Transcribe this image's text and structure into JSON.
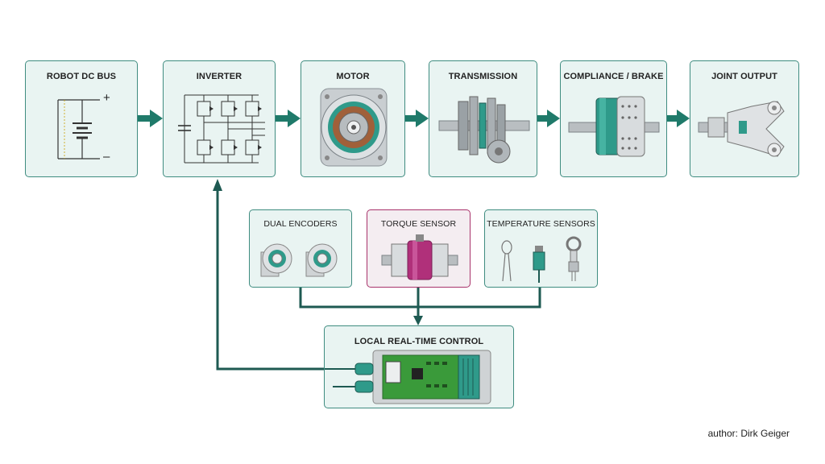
{
  "stages": [
    {
      "title": "ROBOT DC BUS"
    },
    {
      "title": "INVERTER"
    },
    {
      "title": "MOTOR"
    },
    {
      "title": "TRANSMISSION"
    },
    {
      "title": "COMPLIANCE / BRAKE"
    },
    {
      "title": "JOINT OUTPUT"
    }
  ],
  "dc_bus": {
    "plus": "+",
    "minus": "–"
  },
  "sensors": [
    {
      "title": "DUAL ENCODERS"
    },
    {
      "title": "TORQUE SENSOR"
    },
    {
      "title": "TEMPERATURE SENSORS"
    }
  ],
  "control": {
    "title": "LOCAL REAL-TIME CONTROL"
  },
  "author": "author: Dirk Geiger",
  "colors": {
    "box_fill": "#e9f4f2",
    "box_border": "#3f8c80",
    "arrow": "#1f7a6a",
    "wire": "#1e5a52",
    "torque_fill": "#f4edf1",
    "torque_border": "#a8336b",
    "torque_accent": "#b0307a"
  }
}
